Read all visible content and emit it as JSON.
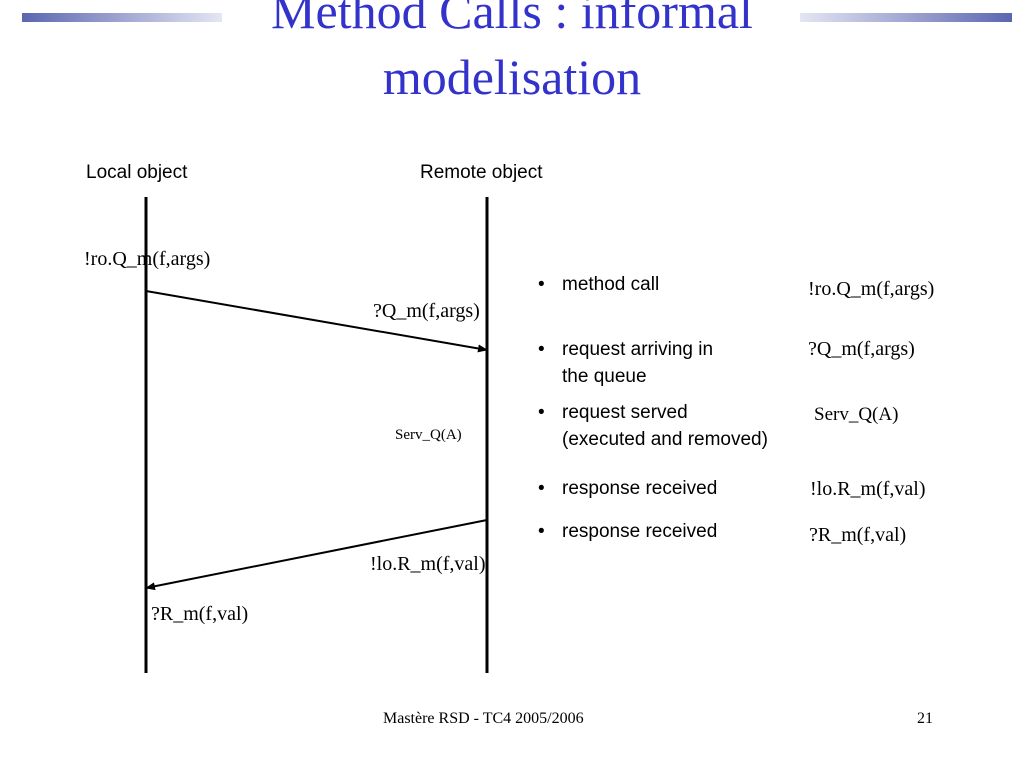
{
  "title": {
    "line1": "Method Calls : informal",
    "line2": "modelisation"
  },
  "diagram": {
    "local_label": "Local object",
    "remote_label": "Remote object",
    "send_label": "!ro.Q_m(f,args)",
    "arrive_label": "?Q_m(f,args)",
    "serve_label": "Serv_Q(A)",
    "reply_label": "!lo.R_m(f,val)",
    "receive_label": "?R_m(f,val)"
  },
  "legend": [
    {
      "bullet": "•",
      "text": "method call",
      "text2": "",
      "code": "!ro.Q_m(f,args)"
    },
    {
      "bullet": "•",
      "text": "request arriving in",
      "text2": "the queue",
      "code": "?Q_m(f,args)"
    },
    {
      "bullet": "•",
      "text": "request served",
      "text2": "(executed and removed)",
      "code": "Serv_Q(A)"
    },
    {
      "bullet": "•",
      "text": "response received",
      "text2": "",
      "code": "!lo.R_m(f,val)"
    },
    {
      "bullet": "•",
      "text": "response received",
      "text2": "",
      "code": "?R_m(f,val)"
    }
  ],
  "footer": {
    "course": "Mastère RSD - TC4   2005/2006",
    "page": "21"
  }
}
